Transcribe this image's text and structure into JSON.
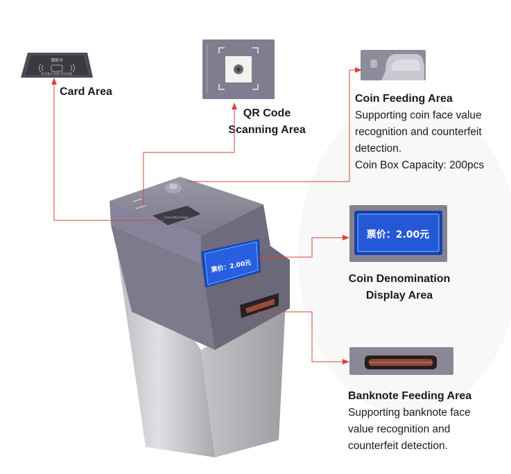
{
  "callouts": {
    "card": {
      "title": "Card Area"
    },
    "qr": {
      "title_line1": "QR Code",
      "title_line2": "Scanning Area"
    },
    "coin": {
      "title": "Coin Feeding Area",
      "desc_line1": "Supporting coin face value",
      "desc_line2": "recognition and counterfeit",
      "desc_line3": "detection.",
      "desc_line4": "Coin Box Capacity: 200pcs"
    },
    "display": {
      "title_line1": "Coin Denomination",
      "title_line2": "Display Area"
    },
    "banknote": {
      "title": "Banknote Feeding Area",
      "desc_line1": "Supporting banknote face",
      "desc_line2": "value recognition and",
      "desc_line3": "counterfeit detection."
    }
  },
  "card_thumb": {
    "label_top": "请刷卡",
    "label_bottom": "SCAN CARD PLEASE"
  },
  "display_thumb": {
    "price_text": "票价：2.00元"
  },
  "machine_screen": {
    "price_text": "票价：2.00元"
  },
  "machine_card_panel": {
    "label": "SCAN CARD PLEASE"
  },
  "colors": {
    "callout_line": "#d9433a",
    "machine_top": "#8a8a96",
    "machine_body": "#cfcfd3",
    "screen_blue": "#1f55c8"
  }
}
